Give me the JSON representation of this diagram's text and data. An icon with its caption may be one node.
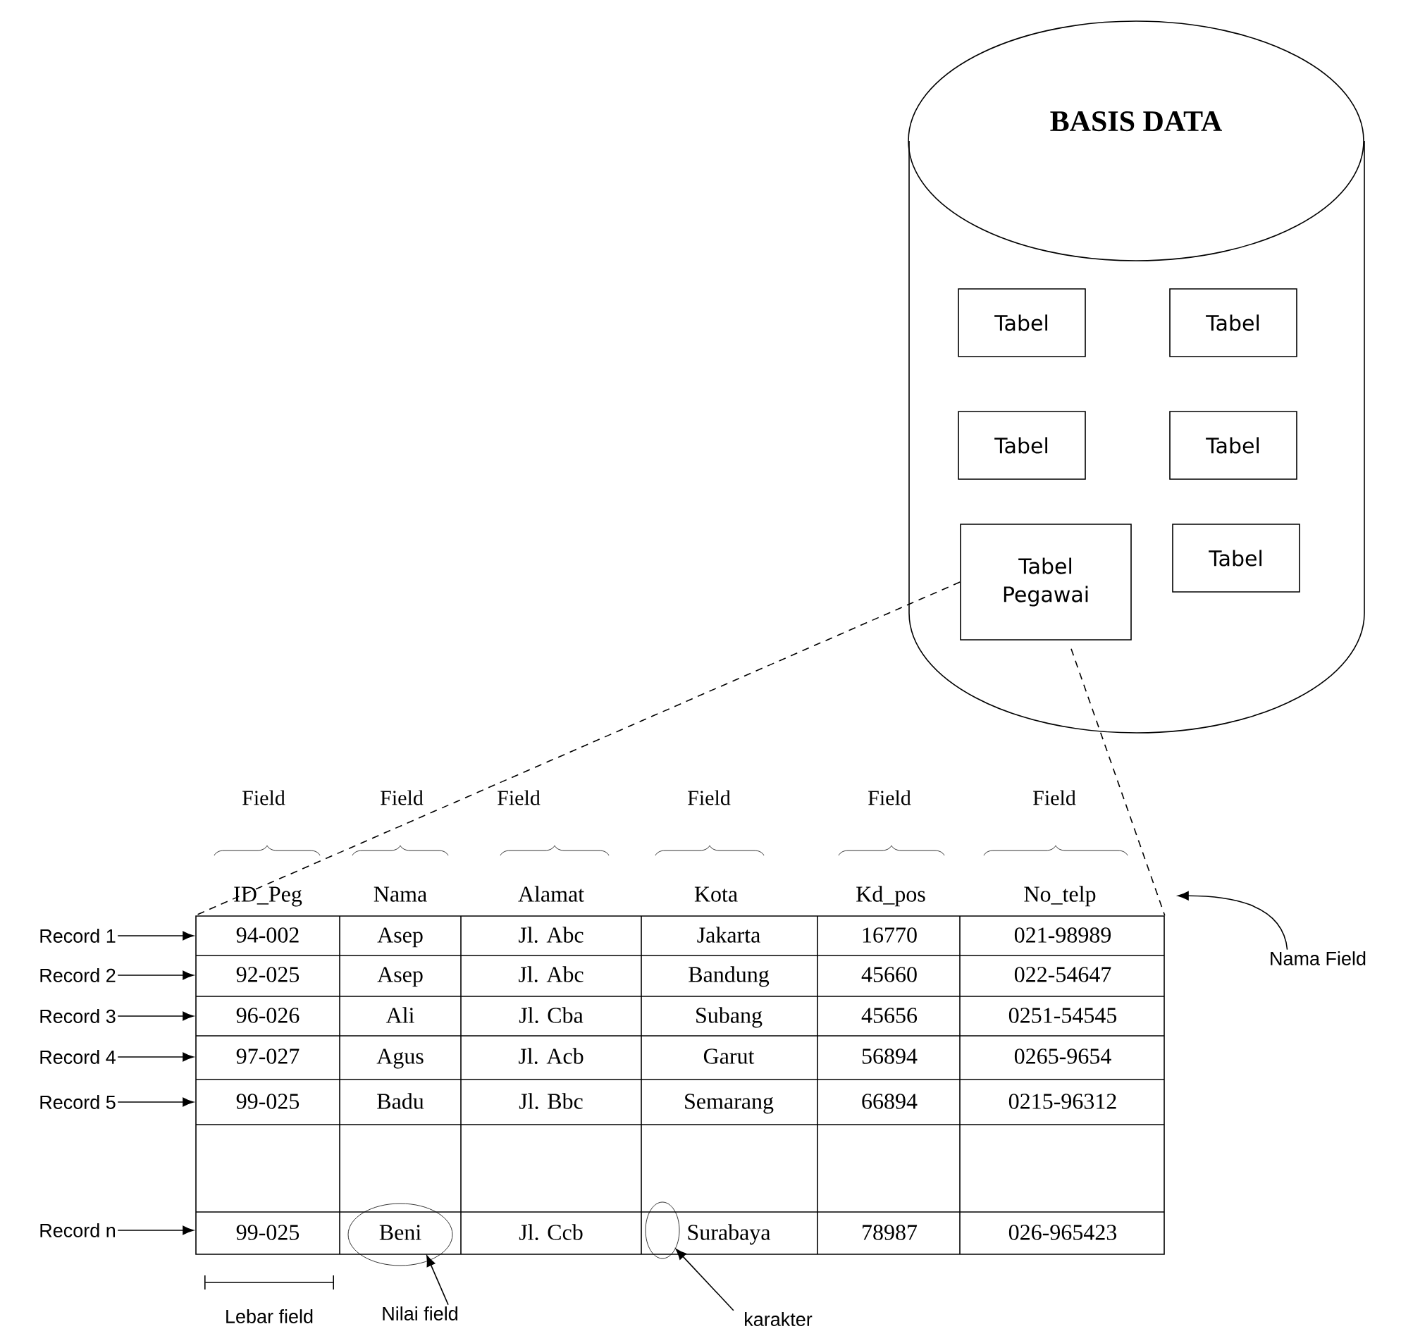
{
  "diagram": {
    "nodes": [
      {
        "text": [
          "BASIS DATA"
        ]
      },
      {
        "text": [
          "Tabel"
        ],
        "in": 0
      },
      {
        "text": [
          "Tabel"
        ],
        "in": 0
      },
      {
        "text": [
          "Tabel"
        ],
        "in": 0
      },
      {
        "text": [
          "Tabel"
        ],
        "in": 0
      },
      {
        "text": [
          "Tabel Pegawai"
        ],
        "in": 0
      },
      {
        "text": [
          "Tabel"
        ],
        "in": 0
      },
      {
        "text": [],
        "shape": "box"
      },
      {
        "text": [],
        "shape": "circle"
      },
      {
        "text": [],
        "shape": "circle"
      },
      {
        "text": [
          "Record 1"
        ]
      },
      {
        "text": [
          "Record 2"
        ]
      },
      {
        "text": [
          "Record 3"
        ]
      },
      {
        "text": [
          "Record 4"
        ]
      },
      {
        "text": [
          "Record 5"
        ]
      },
      {
        "text": [
          "Record n"
        ]
      },
      {
        "text": [
          "Nama Field"
        ]
      },
      {
        "text": [
          "Nilai field"
        ]
      },
      {
        "text": [
          "karakter"
        ]
      }
    ],
    "edges": [
      {
        "from": 10,
        "to": 7,
        "arrow": "to"
      },
      {
        "from": 11,
        "to": 7,
        "arrow": "to"
      },
      {
        "from": 12,
        "to": 7,
        "arrow": "to"
      },
      {
        "from": 13,
        "to": 7,
        "arrow": "to"
      },
      {
        "from": 14,
        "to": 7,
        "arrow": "to"
      },
      {
        "from": 15,
        "to": 7,
        "arrow": "to"
      },
      {
        "from": 16,
        "to": 7,
        "arrow": "to"
      },
      {
        "from": 17,
        "to": 8,
        "arrow": "to"
      },
      {
        "from": 18,
        "to": 9,
        "arrow": "to"
      },
      {
        "from": 5,
        "to": 7,
        "arrow": "none",
        "style": "dashed"
      },
      {
        "from": 5,
        "to": 7,
        "arrow": "none",
        "style": "dashed"
      }
    ],
    "labels": [
      "Field",
      "Field",
      "Field",
      "Field",
      "Field",
      "Field",
      "ID_Peg",
      "Nama",
      "Alamat",
      "Kota",
      "Kd_pos",
      "No_telp",
      "94-002",
      "Asep",
      "Jl. Abc",
      "Jakarta",
      "16770",
      "021-98989",
      "92-025",
      "Asep",
      "Jl. Abc",
      "Bandung",
      "45660",
      "022-54647",
      "96-026",
      "Ali",
      "Jl. Cba",
      "Subang",
      "45656",
      "0251-54545",
      "97-027",
      "Agus",
      "Jl. Acb",
      "Garut",
      "56894",
      "0265-9654",
      "99-025",
      "Badu",
      "Jl. Bbc",
      "Semarang",
      "66894",
      "0215-96312",
      "99-025",
      "Beni",
      "Jl. Ccb",
      "Surabaya",
      "78987",
      "026-965423",
      "Lebar field"
    ]
  }
}
